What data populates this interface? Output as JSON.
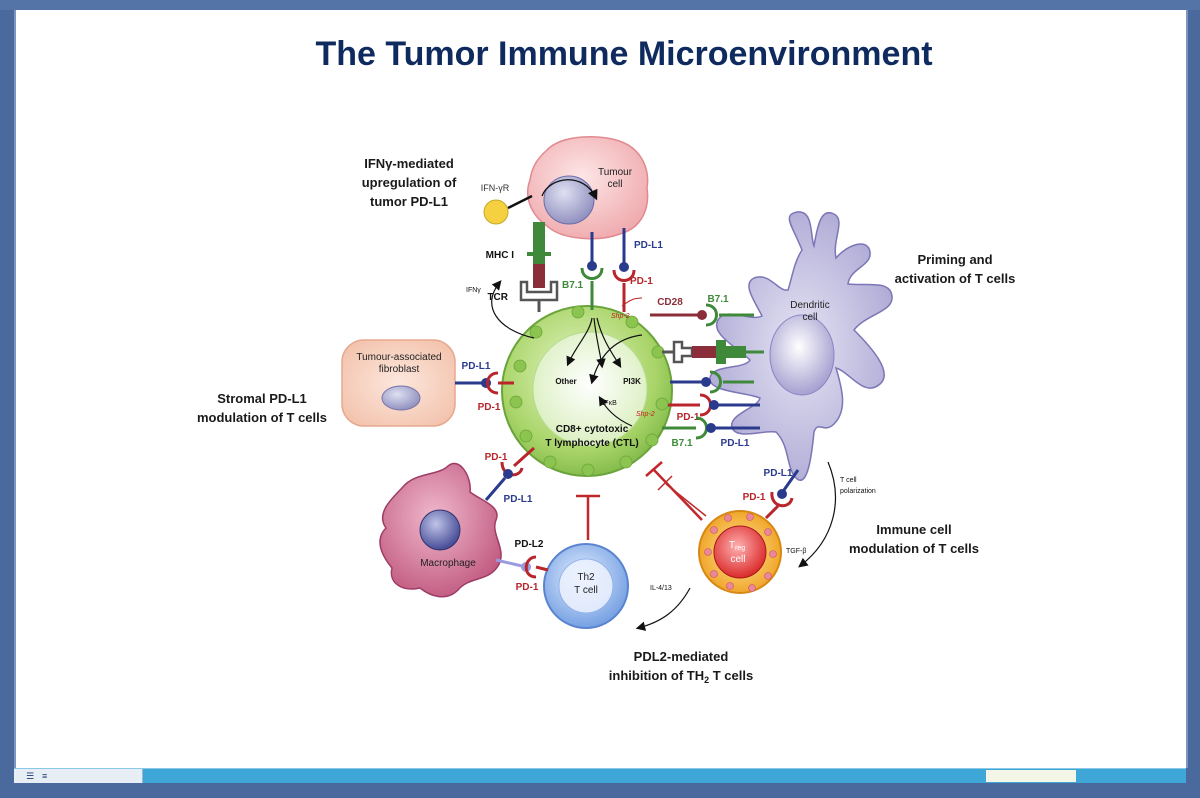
{
  "slide": {
    "title": "The Tumor Immune Microenvironment"
  },
  "captions": {
    "ifng_line1": "IFNγ-mediated",
    "ifng_line2": "upregulation of",
    "ifng_line3": "tumor PD-L1",
    "priming_line1": "Priming and",
    "priming_line2": "activation of T cells",
    "stromal_line1": "Stromal PD-L1",
    "stromal_line2": "modulation of T cells",
    "immune_line1": "Immune cell",
    "immune_line2": "modulation of T cells",
    "pdl2_line1": "PDL2-mediated",
    "pdl2_line2a": "inhibition of TH",
    "pdl2_line2sub": "2",
    "pdl2_line2b": " T cells"
  },
  "cells": {
    "tumour_line1": "Tumour",
    "tumour_line2": "cell",
    "dendritic_line1": "Dendritic",
    "dendritic_line2": "cell",
    "fibroblast_line1": "Tumour-associated",
    "fibroblast_line2": "fibroblast",
    "ctl_line1": "CD8+ cytotoxic",
    "ctl_line2": "T lymphocyte (CTL)",
    "macrophage": "Macrophage",
    "th2_line1": "Th2",
    "th2_line2": "T cell",
    "treg_main": "T",
    "treg_sub": "reg",
    "treg_line2": "cell"
  },
  "labels": {
    "ifn_gamma_r": "IFN-γR",
    "mhc": "MHC I",
    "tcr": "TCR",
    "ifng": "IFNγ",
    "b71_top": "B7.1",
    "pdl1_top": "PD-L1",
    "pd1_top": "PD-1",
    "cd28": "CD28",
    "b71_dc": "B7.1",
    "shp2_top": "Shp-2",
    "shp2_bottom": "Shp-2",
    "other": "Other",
    "pi3k": "PI3K",
    "nfkb": "NFκB",
    "pdl1_fib": "PD-L1",
    "pd1_fib": "PD-1",
    "pd1_dc": "PD-1",
    "b71_dc_low": "B7.1",
    "pdl1_dc_low": "PD-L1",
    "pd1_mac": "PD-1",
    "pdl1_mac": "PD-L1",
    "pdl2": "PD-L2",
    "pd1_th2": "PD-1",
    "pdl1_treg": "PD-L1",
    "pd1_treg": "PD-1",
    "tcell_pol_line1": "T cell",
    "tcell_pol_line2": "polarization",
    "tgfb": "TGF-β",
    "il413": "IL-4/13"
  },
  "colors": {
    "title": "#0f2a5e",
    "pd1_red": "#b8262c",
    "pdl1_blue": "#2a3a8c",
    "b71_green": "#3f8a3a",
    "ctl_green": "#9ccf5a",
    "tumour_pink": "#f6c4c4",
    "dendritic_lavender": "#c2bee0",
    "macrophage_magenta": "#c8648c",
    "th2_blue": "#7ea8e8",
    "treg_orange": "#f2b43a"
  }
}
